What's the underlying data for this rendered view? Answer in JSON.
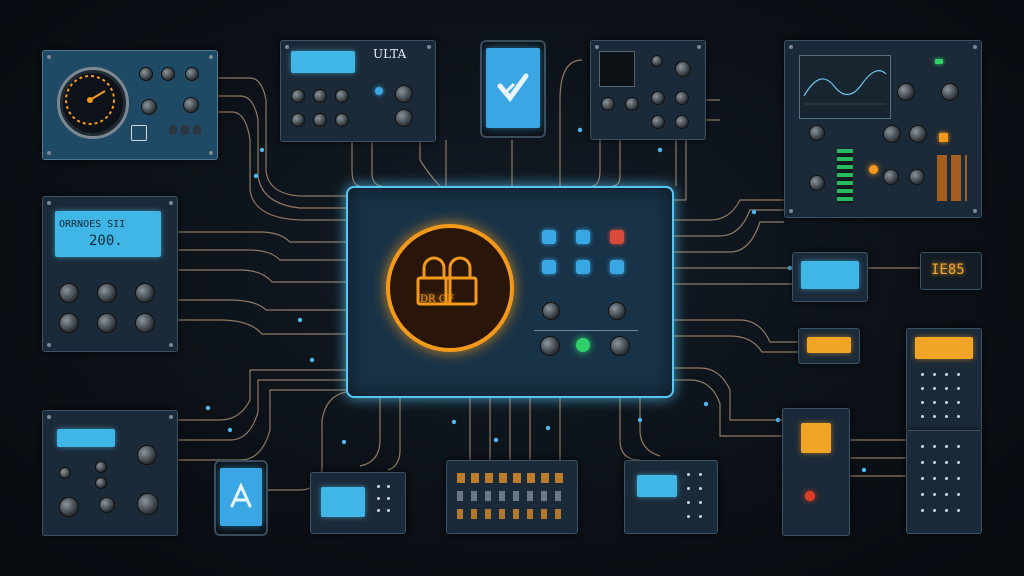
{
  "hub": {
    "lock_text": "DR OF",
    "lock_sub": "",
    "icon": "padlock-icon"
  },
  "panels": {
    "top_second": {
      "title": "ULTA",
      "lcd": ""
    },
    "left_lcd": {
      "line1": "ORRNOES  SII",
      "line2": "200."
    },
    "bottom_left_lcd": "",
    "right_mid_lcd": "",
    "right_far_readout": "IE85",
    "right_amber_small": "",
    "right_amber_tall": ""
  },
  "icons": {
    "top_phone": "checkmark-icon",
    "bottom_phone": "app-store-icon",
    "gauge": "gauge-icon",
    "hub_lock": "padlock-icon",
    "oscilloscope": "oscilloscope-icon"
  },
  "colors": {
    "accent_blue": "#58c6f2",
    "accent_amber": "#f39a1c",
    "led_green": "#2fd06a",
    "led_red": "#e23b2b"
  }
}
